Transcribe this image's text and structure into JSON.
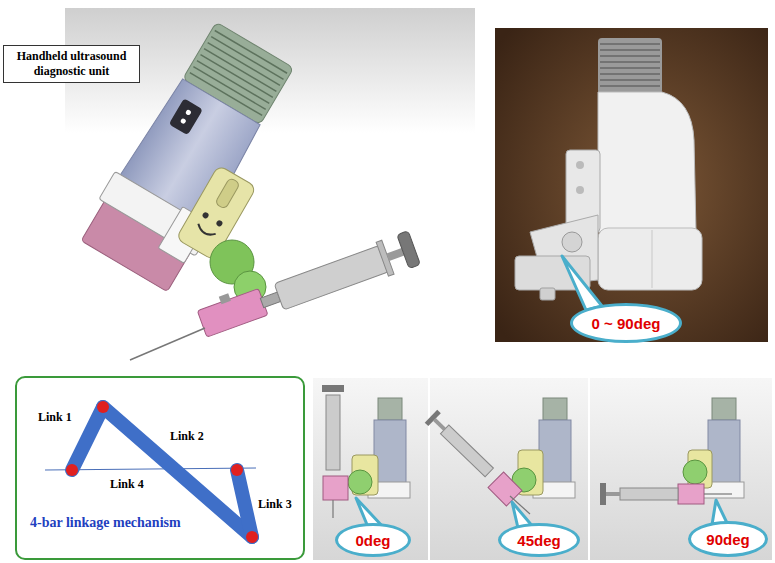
{
  "diagram": {
    "nodes": [
      {
        "text": [
          "Handheld ultrasound diagnostic unit"
        ]
      },
      {
        "text": [
          "0 ~ 90deg"
        ]
      },
      {
        "text": [
          "4-bar linkage mechanism"
        ]
      },
      {
        "text": [
          "0deg"
        ]
      },
      {
        "text": [
          "45deg"
        ]
      },
      {
        "text": [
          "90deg"
        ]
      }
    ],
    "labels": [
      "Link 1",
      "Link 2",
      "Link 4",
      "Link 3"
    ]
  }
}
